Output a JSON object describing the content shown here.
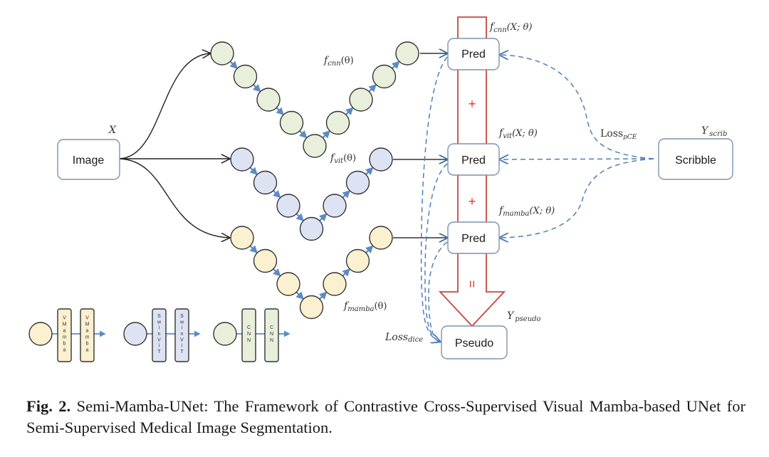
{
  "figure": {
    "input": {
      "label": "Image",
      "symbol": "X"
    },
    "branches": [
      {
        "id": "cnn",
        "function_label": "f",
        "function_sub": "cnn",
        "function_arg": "(θ)",
        "pred_label": "Pred",
        "pred_symbol_f": "f",
        "pred_symbol_sub": "cnn",
        "pred_symbol_arg": "(X; θ)",
        "color": "#e8f0dc",
        "circles": 9
      },
      {
        "id": "vit",
        "function_label": "f",
        "function_sub": "vit",
        "function_arg": "(θ)",
        "pred_label": "Pred",
        "pred_symbol_f": "f",
        "pred_symbol_sub": "vit",
        "pred_symbol_arg": "(X; θ)",
        "color": "#dde3f3",
        "circles": 7
      },
      {
        "id": "mamba",
        "function_label": "f",
        "function_sub": "mamba",
        "function_arg": "(θ)",
        "pred_label": "Pred",
        "pred_symbol_f": "f",
        "pred_symbol_sub": "mamba",
        "pred_symbol_arg": "(X; θ)",
        "color": "#fbf0cf",
        "circles": 7
      }
    ],
    "operators": {
      "plus": "+",
      "equals": "="
    },
    "scribble": {
      "label": "Scribble",
      "symbol_main": "Y",
      "symbol_sub": "scrib"
    },
    "pseudo": {
      "label": "Pseudo",
      "symbol_main": "Y",
      "symbol_sub": "pseudo"
    },
    "loss_pce": {
      "main": "Loss",
      "sub": "pCE"
    },
    "loss_dice": {
      "main": "Loss",
      "sub": "dice"
    },
    "legend": [
      {
        "block_text": "VMamba",
        "color": "#fbf0cf"
      },
      {
        "block_text": "SwinViT",
        "color": "#dde3f3"
      },
      {
        "block_text": "CNN",
        "color": "#e8f0dc"
      }
    ],
    "colors": {
      "box_stroke": "#7d93ad",
      "arrow_blue": "#5b8bc4",
      "dashed_blue": "#4f7fb8",
      "red": "#c9473d",
      "circle_stroke": "#333333"
    }
  },
  "caption": {
    "label": "Fig. 2.",
    "text": "Semi-Mamba-UNet: The Framework of Contrastive Cross-Supervised Visual Mamba-based UNet for Semi-Supervised Medical Image Segmentation."
  }
}
